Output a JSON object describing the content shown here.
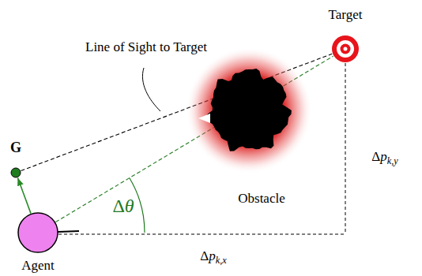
{
  "diagram": {
    "nodes": [
      {
        "text": [
          "Target"
        ]
      },
      {
        "text": [
          "G"
        ]
      },
      {
        "text": [
          "Obstacle"
        ]
      },
      {
        "text": [
          "Agent"
        ]
      }
    ],
    "edges": [
      {
        "from": 3,
        "to": 1,
        "arrow": "to"
      },
      {
        "from": 1,
        "to": 0,
        "arrow": "none"
      },
      {
        "from": 3,
        "to": 0,
        "arrow": "none"
      }
    ],
    "labels": [
      "Line of Sight to Target",
      "Δθ",
      "Δpk,y",
      "Δpk,x"
    ]
  }
}
